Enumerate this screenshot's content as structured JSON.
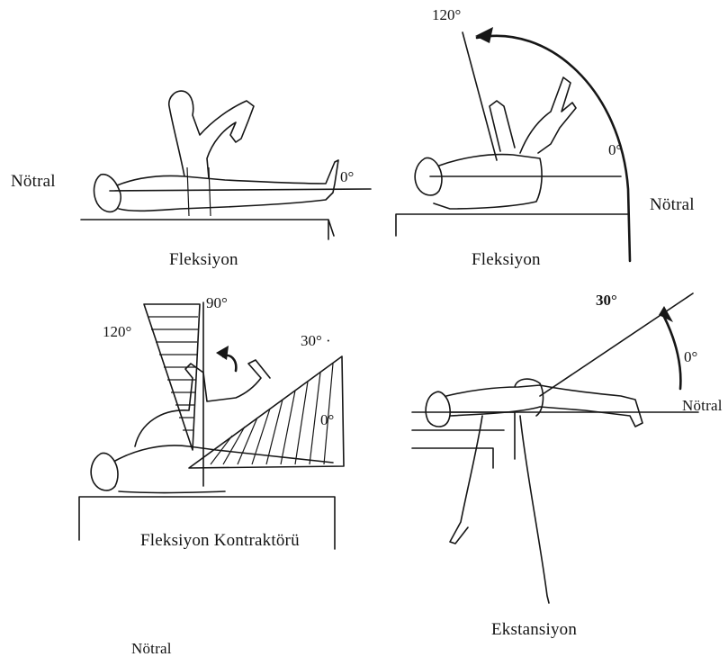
{
  "colors": {
    "ink": "#161616",
    "paper": "#ffffff"
  },
  "panels": {
    "top_left": {
      "side_label": "Nötral",
      "angle_0": "0°",
      "caption": "Fleksiyon"
    },
    "top_right": {
      "angle_120": "120°",
      "angle_0": "0°",
      "side_label": "Nötral",
      "caption": "Fleksiyon"
    },
    "bottom_left": {
      "angle_120": "120°",
      "angle_90": "90°",
      "angle_30": "30° ·",
      "angle_0": "0°",
      "caption": "Fleksiyon Kontraktörü",
      "footer_label": "Nötral"
    },
    "bottom_right": {
      "angle_30": "30°",
      "angle_0": "0°",
      "side_label": "Nötral",
      "caption": "Ekstansiyon"
    }
  }
}
